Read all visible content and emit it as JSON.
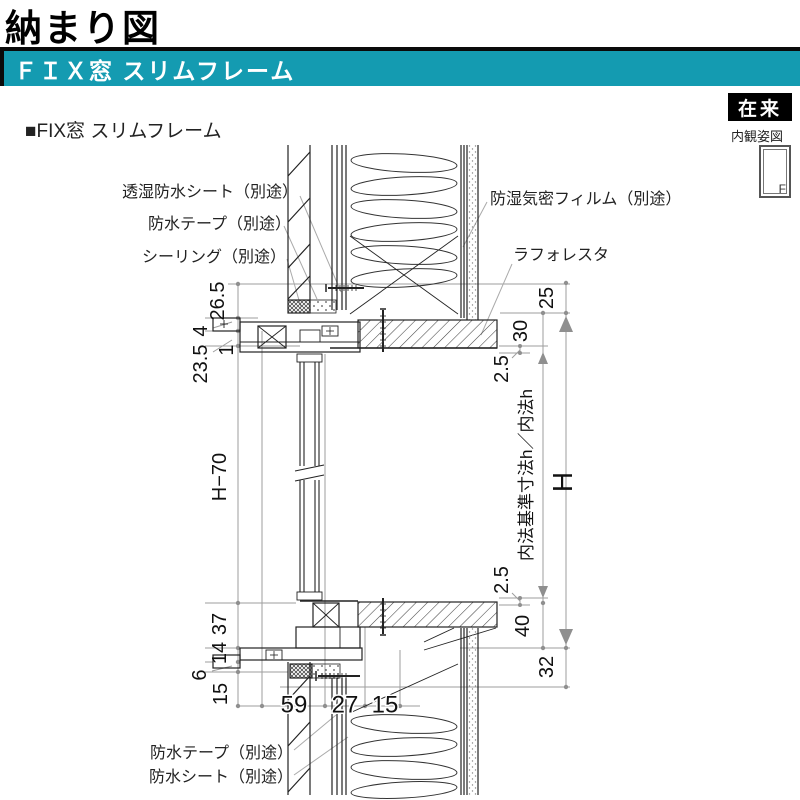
{
  "header": {
    "title": "納まり図",
    "banner": "ＦＩＸ窓 スリムフレーム",
    "section": "■FIX窓 スリムフレーム",
    "method": "在来",
    "view_label": "内観姿図",
    "view_letter": "F"
  },
  "callouts": {
    "sheet_top": "透湿防水シート（別途）",
    "tape_top": "防水テープ（別途）",
    "sealing": "シーリング（別途）",
    "film": "防湿気密フィルム（別途）",
    "laforesta": "ラフォレスタ",
    "tape_bottom": "防水テープ（別途）",
    "sheet_bottom": "防水シート（別途）"
  },
  "dims": {
    "d265": "26.5",
    "d4": "4",
    "d1": "1",
    "d235": "23.5",
    "d37": "37",
    "d14": "14",
    "d6": "6",
    "d15left": "15",
    "b59": "59",
    "b27": "27",
    "b15": "15",
    "r25": "25",
    "r30": "30",
    "r25top": "2.5",
    "r25btm": "2.5",
    "r40": "40",
    "r32": "32",
    "rH": "H",
    "rlabel": "内法基準寸法h／内法h",
    "hlabel": "H−70"
  },
  "colors": {
    "banner_teal": "#149bb1",
    "badge_black": "#000000",
    "dimension_gray": "#9d9d9d",
    "line_dark": "#222222"
  }
}
